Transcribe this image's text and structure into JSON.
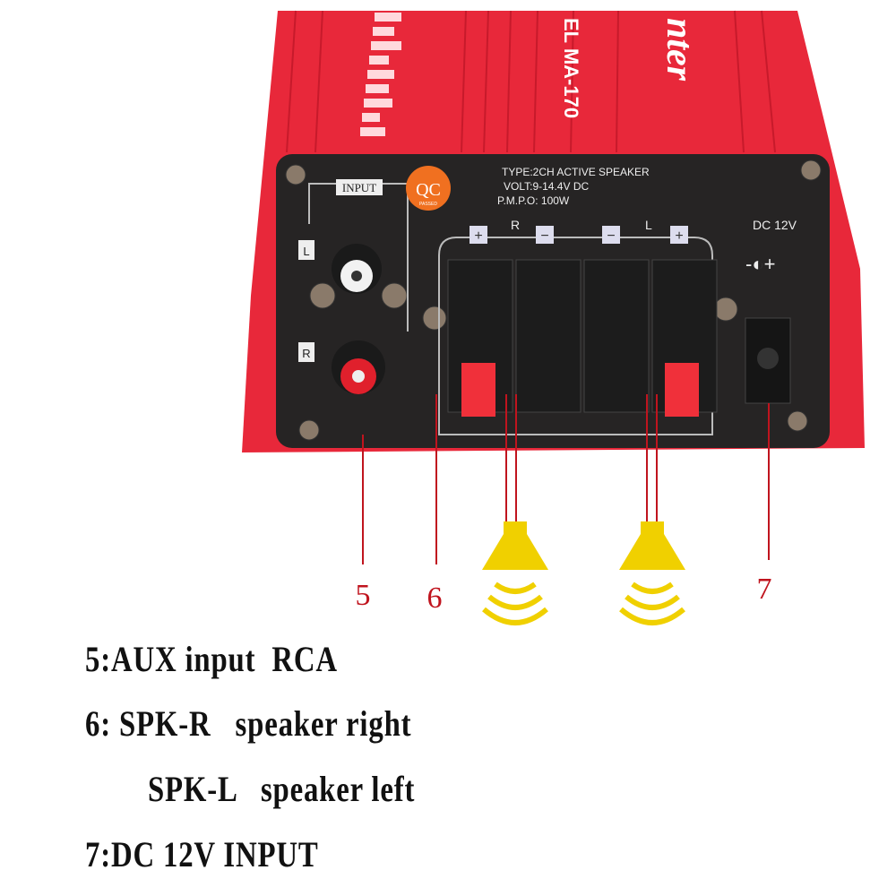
{
  "device": {
    "brand_fragment": "nter",
    "model_fragment": "EL MA-170",
    "panel_text": {
      "type": "TYPE:2CH ACTIVE SPEAKER",
      "volt": "VOLT:9-14.4V DC",
      "pmpo": "P.M.P.O: 100W",
      "input": "INPUT",
      "input_l": "L",
      "input_r": "R",
      "qc": "QC",
      "qc_sub": "PASSED",
      "right": "R",
      "left": "L",
      "plus": "+",
      "minus": "−",
      "dc": "DC 12V",
      "polarity": "-◐+"
    },
    "body_color": "#e8283a",
    "panel_color": "#262424"
  },
  "callouts": {
    "c5": "5",
    "c6": "6",
    "c7": "7",
    "line_color": "#c0141e",
    "speaker_color": "#f0d000"
  },
  "legend": {
    "line1": "5:AUX input  RCA",
    "line2": "6: SPK-R   speaker right",
    "line3": "SPK-L   speaker left",
    "line4": "7:DC 12V INPUT"
  }
}
